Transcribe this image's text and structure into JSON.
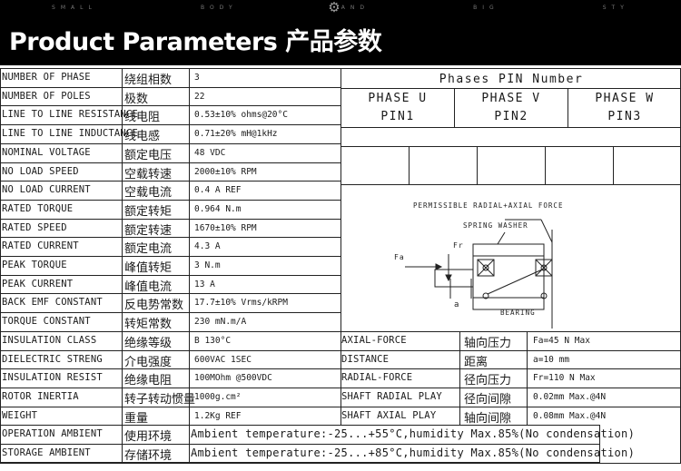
{
  "banner": {
    "tagline": [
      "SMALL",
      "BODY",
      "AND",
      "BIG",
      "STY"
    ],
    "title": "Product Parameters  产品参数"
  },
  "params": [
    {
      "en": "NUMBER OF PHASE",
      "cn": "绕组相数",
      "value": "3"
    },
    {
      "en": "NUMBER OF POLES",
      "cn": "极数",
      "value": "22"
    },
    {
      "en": "LINE TO LINE RESISTANCE",
      "cn": "线电阻",
      "value": "0.53±10% ohms@20°C"
    },
    {
      "en": "LINE TO LINE INDUCTANCE",
      "cn": "线电感",
      "value": "0.71±20% mH@1kHz"
    },
    {
      "en": "NOMINAL VOLTAGE",
      "cn": "额定电压",
      "value": "48 VDC"
    },
    {
      "en": "NO LOAD SPEED",
      "cn": "空载转速",
      "value": "2000±10% RPM"
    },
    {
      "en": "NO LOAD CURRENT",
      "cn": "空载电流",
      "value": "0.4 A REF"
    },
    {
      "en": "RATED TORQUE",
      "cn": "额定转矩",
      "value": "0.964 N.m"
    },
    {
      "en": "RATED SPEED",
      "cn": "额定转速",
      "value": "1670±10% RPM"
    },
    {
      "en": "RATED CURRENT",
      "cn": "额定电流",
      "value": "4.3 A"
    },
    {
      "en": "PEAK TORQUE",
      "cn": "峰值转矩",
      "value": "3 N.m"
    },
    {
      "en": "PEAK CURRENT",
      "cn": "峰值电流",
      "value": "13 A"
    },
    {
      "en": "BACK EMF CONSTANT",
      "cn": "反电势常数",
      "value": "17.7±10% Vrms/kRPM"
    },
    {
      "en": "TORQUE CONSTANT",
      "cn": "转矩常数",
      "value": "230 mN.m/A"
    },
    {
      "en": "INSULATION CLASS",
      "cn": "绝缘等级",
      "value": "B 130°C"
    },
    {
      "en": "DIELECTRIC STRENG",
      "cn": "介电强度",
      "value": "600VAC 1SEC"
    },
    {
      "en": "INSULATION RESIST",
      "cn": "绝缘电阻",
      "value": "100MOhm @500VDC"
    },
    {
      "en": "ROTOR INERTIA",
      "cn": "转子转动惯量",
      "value": "1000g.cm²"
    },
    {
      "en": "WEIGHT",
      "cn": "重量",
      "value": "1.2Kg REF"
    }
  ],
  "ambient": [
    {
      "en": "OPERATION AMBIENT",
      "cn": "使用环境",
      "value": "Ambient temperature:-25...+55°C,humidity Max.85%(No condensation)"
    },
    {
      "en": "STORAGE AMBIENT",
      "cn": "存储环境",
      "value": "Ambient temperature:-25...+85°C,humidity Max.85%(No condensation)"
    }
  ],
  "phases": {
    "header": "Phases PIN Number",
    "columns": [
      {
        "phase": "PHASE U",
        "pin": "PIN1"
      },
      {
        "phase": "PHASE V",
        "pin": "PIN2"
      },
      {
        "phase": "PHASE W",
        "pin": "PIN3"
      }
    ]
  },
  "diagram": {
    "title": "PERMISSIBLE RADIAL+AXIAL FORCE",
    "spring_washer": "SPRING WASHER",
    "bearing": "BEARING",
    "fr": "Fr",
    "fa": "Fa",
    "a": "a"
  },
  "forces": [
    {
      "en": "AXIAL-FORCE",
      "cn": "轴向压力",
      "value": "Fa=45 N Max"
    },
    {
      "en": "DISTANCE",
      "cn": "距离",
      "value": "a=10 mm"
    },
    {
      "en": "RADIAL-FORCE",
      "cn": "径向压力",
      "value": "Fr=110 N Max"
    },
    {
      "en": "SHAFT RADIAL PLAY",
      "cn": "径向间隙",
      "value": "0.02mm Max.@4N"
    },
    {
      "en": "SHAFT  AXIAL PLAY",
      "cn": "轴向间隙",
      "value": "0.08mm Max.@4N"
    }
  ]
}
